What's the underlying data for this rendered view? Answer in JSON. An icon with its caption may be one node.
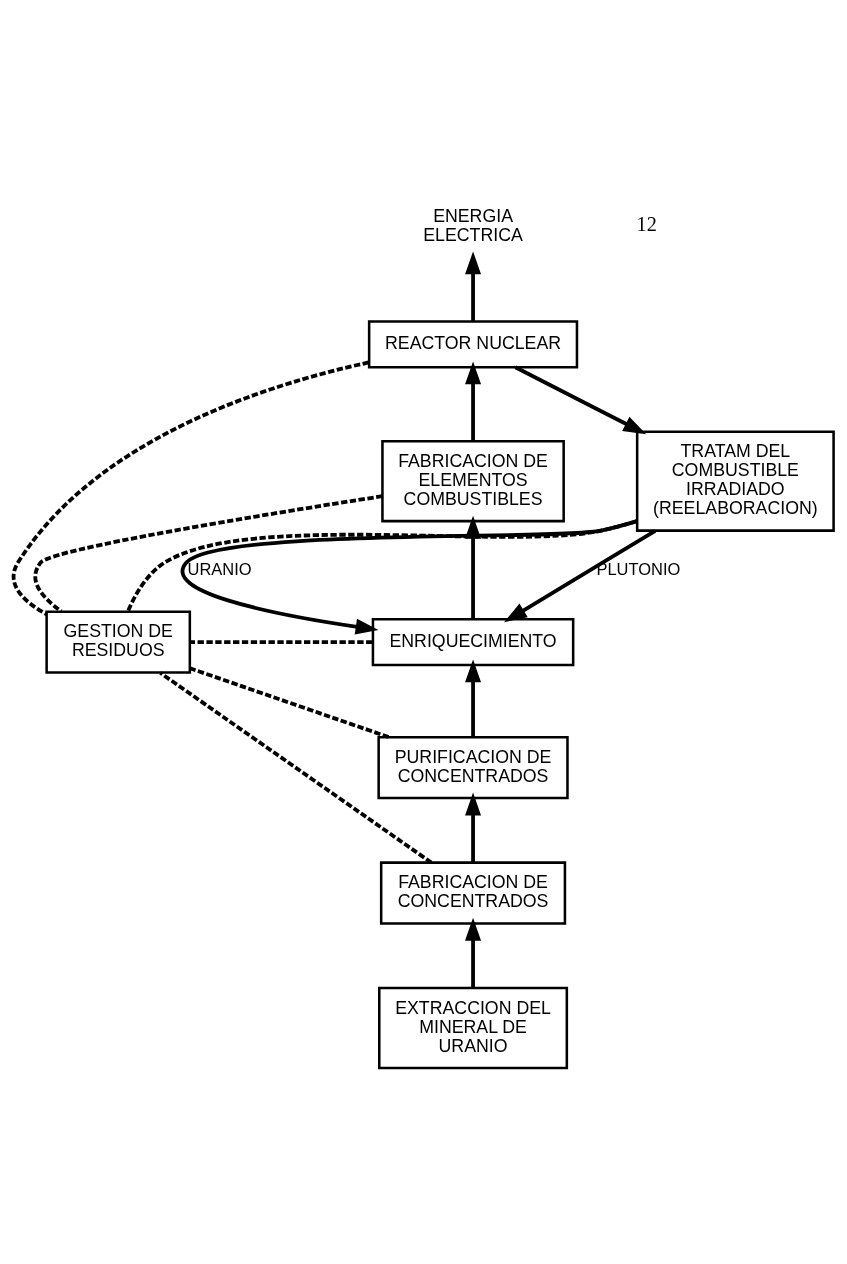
{
  "diagram": {
    "nodes": [
      {
        "text": [
          "ENERGIA ELECTRICA"
        ]
      },
      {
        "text": [
          "REACTOR NUCLEAR"
        ]
      },
      {
        "text": [
          "FABRICACION DE ELEMENTOS COMBUSTIBLES"
        ]
      },
      {
        "text": [
          "TRATAM DEL COMBUSTIBLE IRRADIADO (REELABORACION)"
        ]
      },
      {
        "text": [
          "ENRIQUECIMIENTO"
        ]
      },
      {
        "text": [
          "GESTION DE RESIDUOS"
        ]
      },
      {
        "text": [
          "PURIFICACION DE CONCENTRADOS"
        ]
      },
      {
        "text": [
          "FABRICACION DE CONCENTRADOS"
        ]
      },
      {
        "text": [
          "EXTRACCION DEL MINERAL DE URANIO"
        ]
      }
    ],
    "edges": [
      {
        "from": 1,
        "to": 0,
        "arrow": "to"
      },
      {
        "from": 1,
        "to": 3,
        "arrow": "to"
      },
      {
        "from": 2,
        "to": 1,
        "arrow": "to"
      },
      {
        "from": 4,
        "to": 2,
        "arrow": "to"
      },
      {
        "from": 3,
        "to": 4,
        "arrow": "to",
        "label": "URANIO"
      },
      {
        "from": 3,
        "to": 4,
        "arrow": "to",
        "label": "PLUTONIO"
      },
      {
        "from": 1,
        "to": 5,
        "arrow": "none",
        "style": "dashed"
      },
      {
        "from": 2,
        "to": 5,
        "arrow": "none",
        "style": "dashed"
      },
      {
        "from": 3,
        "to": 5,
        "arrow": "none",
        "style": "dashed"
      },
      {
        "from": 4,
        "to": 5,
        "arrow": "none",
        "style": "dashed"
      },
      {
        "from": 6,
        "to": 5,
        "arrow": "none",
        "style": "dashed"
      },
      {
        "from": 7,
        "to": 5,
        "arrow": "none",
        "style": "dashed"
      },
      {
        "from": 8,
        "to": 7,
        "arrow": "to"
      },
      {
        "from": 7,
        "to": 6,
        "arrow": "to"
      },
      {
        "from": 6,
        "to": 4,
        "arrow": "to"
      }
    ],
    "labels": [
      "12"
    ]
  }
}
